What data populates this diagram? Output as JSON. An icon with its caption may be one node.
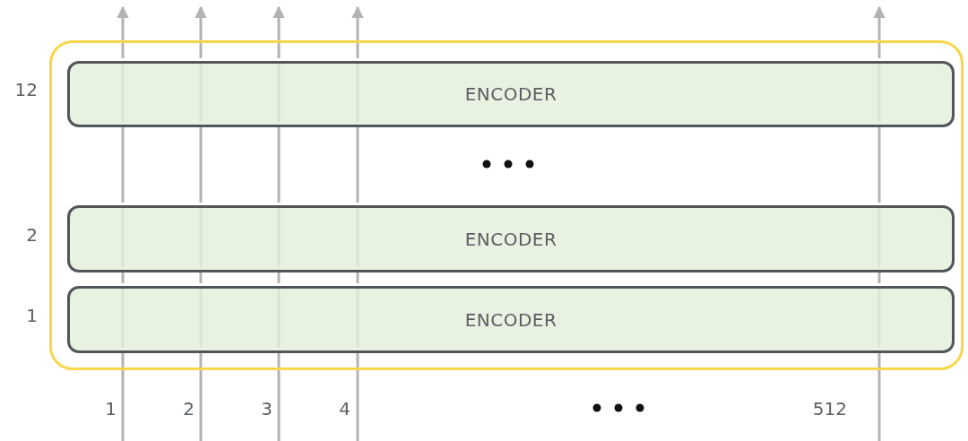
{
  "diagram": {
    "nodes": [
      {
        "text": [],
        "shape": "box"
      },
      {
        "text": [
          "ENCODER"
        ],
        "in": 0,
        "beside": [
          "12"
        ]
      },
      {
        "text": [
          "ENCODER"
        ],
        "in": 0,
        "beside": [
          "2"
        ]
      },
      {
        "text": [
          "ENCODER"
        ],
        "in": 0,
        "beside": [
          "1"
        ]
      }
    ],
    "edges": [
      {
        "from": 1,
        "to": null,
        "arrow": "to"
      },
      {
        "from": 2,
        "to": 1,
        "arrow": "none"
      },
      {
        "from": 3,
        "to": 2,
        "arrow": "none"
      },
      {
        "from": null,
        "to": 3,
        "arrow": "none"
      },
      {
        "from": 1,
        "to": null,
        "arrow": "to"
      },
      {
        "from": 2,
        "to": 1,
        "arrow": "none"
      },
      {
        "from": 3,
        "to": 2,
        "arrow": "none"
      },
      {
        "from": null,
        "to": 3,
        "arrow": "none"
      },
      {
        "from": 1,
        "to": null,
        "arrow": "to"
      },
      {
        "from": 2,
        "to": 1,
        "arrow": "none"
      },
      {
        "from": 3,
        "to": 2,
        "arrow": "none"
      },
      {
        "from": null,
        "to": 3,
        "arrow": "none"
      },
      {
        "from": 1,
        "to": null,
        "arrow": "to"
      },
      {
        "from": 2,
        "to": 1,
        "arrow": "none"
      },
      {
        "from": 3,
        "to": 2,
        "arrow": "none"
      },
      {
        "from": null,
        "to": 3,
        "arrow": "none"
      },
      {
        "from": 1,
        "to": null,
        "arrow": "to"
      },
      {
        "from": 2,
        "to": 1,
        "arrow": "none"
      },
      {
        "from": 3,
        "to": 2,
        "arrow": "none"
      },
      {
        "from": null,
        "to": 3,
        "arrow": "none"
      }
    ],
    "labels": [
      "1",
      "2",
      "3",
      "4",
      "512"
    ]
  }
}
